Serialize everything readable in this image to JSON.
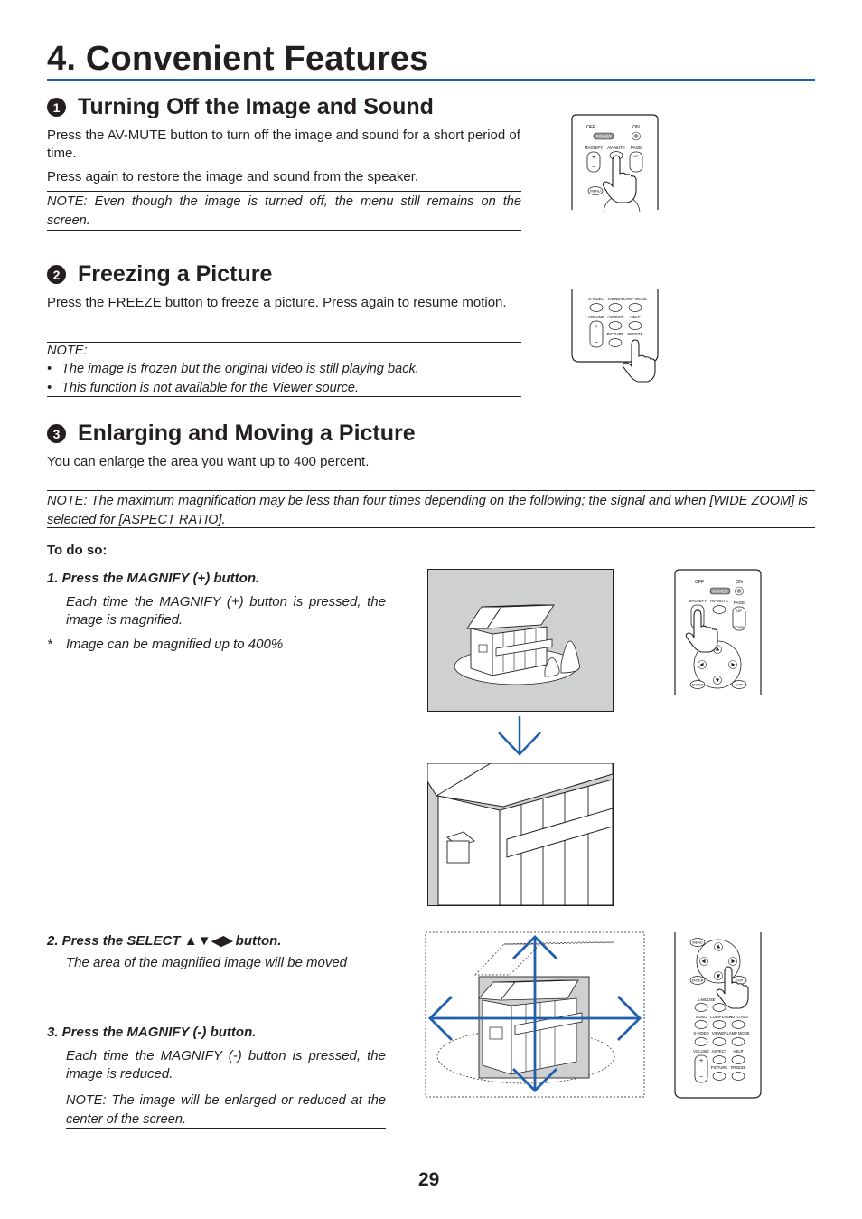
{
  "chapter": {
    "title": "4. Convenient Features"
  },
  "section1": {
    "number": "1",
    "title": "Turning Off the Image and Sound",
    "para1": "Press the AV-MUTE button to turn off the image and sound for a short period of time.",
    "para2": "Press again to restore the image and sound from the speaker.",
    "note": "NOTE: Even though the image is turned off, the menu still remains on the screen."
  },
  "section2": {
    "number": "2",
    "title": "Freezing a Picture",
    "para1": "Press the FREEZE button to freeze a picture. Press again to resume motion.",
    "note_head": "NOTE:",
    "bullets": [
      "The image is frozen but the original video is still playing back.",
      "This function is not available for the Viewer source."
    ],
    "bullet_char": "•"
  },
  "section3": {
    "number": "3",
    "title": "Enlarging and Moving a Picture",
    "para1": "You can enlarge the area you want up to 400 percent.",
    "note": "NOTE: The maximum magnification may be less than four times depending on the following; the signal and when [WIDE ZOOM] is selected for [ASPECT RATIO].",
    "todo": "To do so:",
    "step1_head": "1.  Press the MAGNIFY (+) button.",
    "step1_body": "Each time the MAGNIFY (+) button is pressed, the image is magnified.",
    "step1_footnote_mark": "*",
    "step1_footnote": "Image can be magnified up to 400%",
    "step2_head": "2.  Press the SELECT ▲▼◀▶ button.",
    "step2_body": "The area of the magnified image will be moved",
    "step3_head": "3.  Press the MAGNIFY (-) button.",
    "step3_body": "Each time the MAGNIFY (-) button is pressed, the image is reduced.",
    "step3_note": "NOTE: The image will be enlarged or reduced at the center of the screen."
  },
  "remote_labels": {
    "off": "OFF",
    "on": "ON",
    "power": "POWER",
    "magnify": "MAGNIFY",
    "av_mute": "AV-MUTE",
    "page": "PAGE",
    "up": "UP",
    "down": "DOWN",
    "menu": "MENU",
    "enter": "ENTER",
    "exit": "EXIT",
    "s_video": "S-VIDEO",
    "viewer": "VIEWER",
    "lamp_mode": "LAMP MODE",
    "volume": "VOLUME",
    "aspect": "ASPECT",
    "help": "HELP",
    "picture": "PICTURE",
    "freeze": "FREEZE",
    "l_mouse": "L-MOUSE",
    "video": "VIDEO",
    "computer": "COMPUTER",
    "auto_adj": "AUTO ADJ.",
    "plus": "+",
    "minus": "−"
  },
  "page_number": "29",
  "colors": {
    "accent": "#1f5fad",
    "text": "#231f20",
    "screen": "#cfd0d1"
  }
}
